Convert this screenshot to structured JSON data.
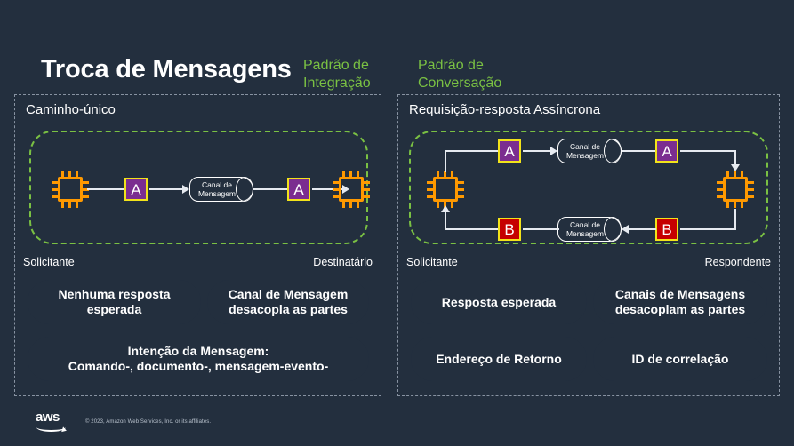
{
  "header": {
    "title": "Troca de Mensagens",
    "accent_left": "Padrão de\nIntegração",
    "accent_right": "Padrão de\nConversação",
    "accent_color": "#7ac143"
  },
  "panels": {
    "left": {
      "title": "Caminho-único",
      "diagram": {
        "start_label": "Solicitante",
        "end_label": "Destinatário",
        "token_a": "A",
        "channel_line1": "Canal de",
        "channel_line2": "Mensagem"
      },
      "pills": [
        {
          "text": "Nenhuma resposta\nesperada"
        },
        {
          "text": "Canal de Mensagem\ndesacopla as partes"
        },
        {
          "text": "Intenção da Mensagem:\nComando-, documento-, mensagem-evento-"
        }
      ]
    },
    "right": {
      "title": "Requisição-resposta Assíncrona",
      "diagram": {
        "start_label": "Solicitante",
        "end_label": "Respondente",
        "token_a": "A",
        "token_b": "B",
        "channel_line1": "Canal de",
        "channel_line2": "Mensagem"
      },
      "pills": [
        {
          "text": "Resposta esperada"
        },
        {
          "text": "Canais de Mensagens\ndesacoplam as partes"
        },
        {
          "text": "Endereço de Retorno"
        },
        {
          "text": "ID de correlação"
        }
      ]
    }
  },
  "footer": {
    "logo": "aws",
    "copyright": "© 2023, Amazon Web Services, Inc. or its affiliates."
  },
  "colors": {
    "background": "#232f3e",
    "green": "#7ac143",
    "orange": "#ff9900",
    "purple": "#7b2d90",
    "red": "#c60000",
    "yellow": "#f2e31a",
    "wire": "#e6eaf0"
  }
}
